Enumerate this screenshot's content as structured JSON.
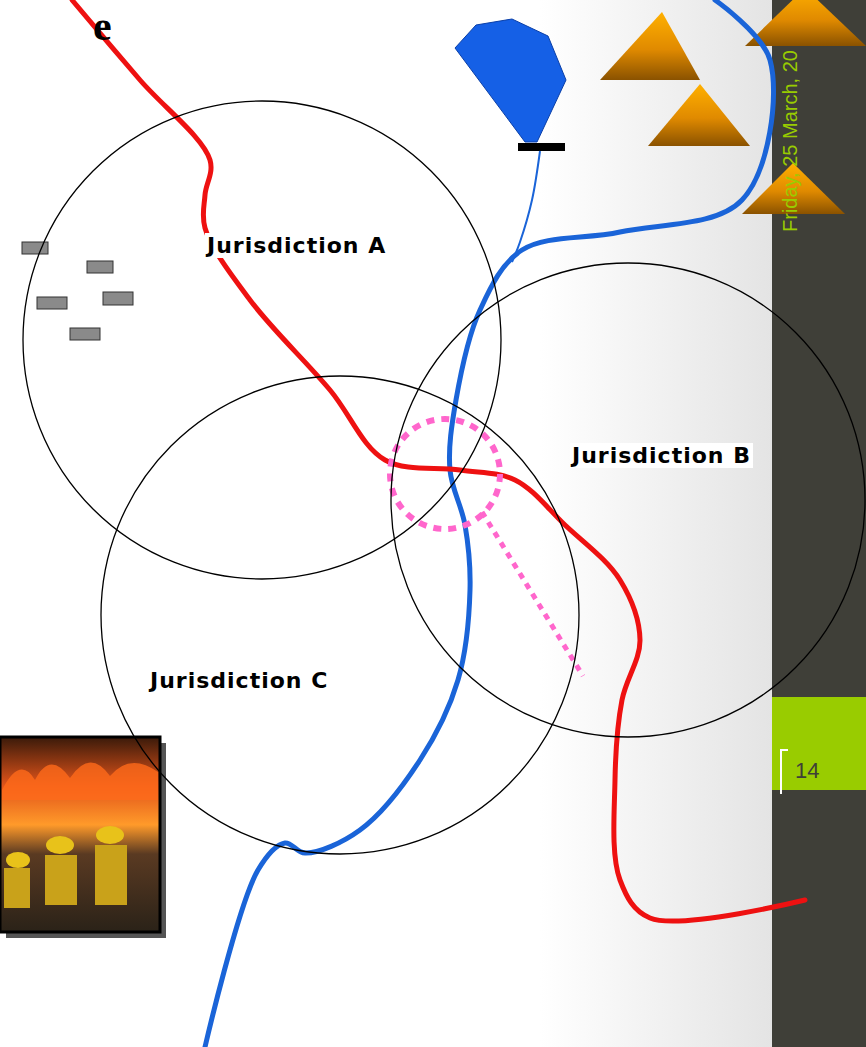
{
  "diagram": {
    "nodes": [
      {
        "text": [
          "Jurisdiction A"
        ]
      },
      {
        "text": [
          "Jurisdiction B"
        ]
      },
      {
        "text": [
          "Jurisdiction C"
        ]
      }
    ],
    "labels": [
      "e",
      "Friday, 25 March, 20",
      "14"
    ]
  }
}
